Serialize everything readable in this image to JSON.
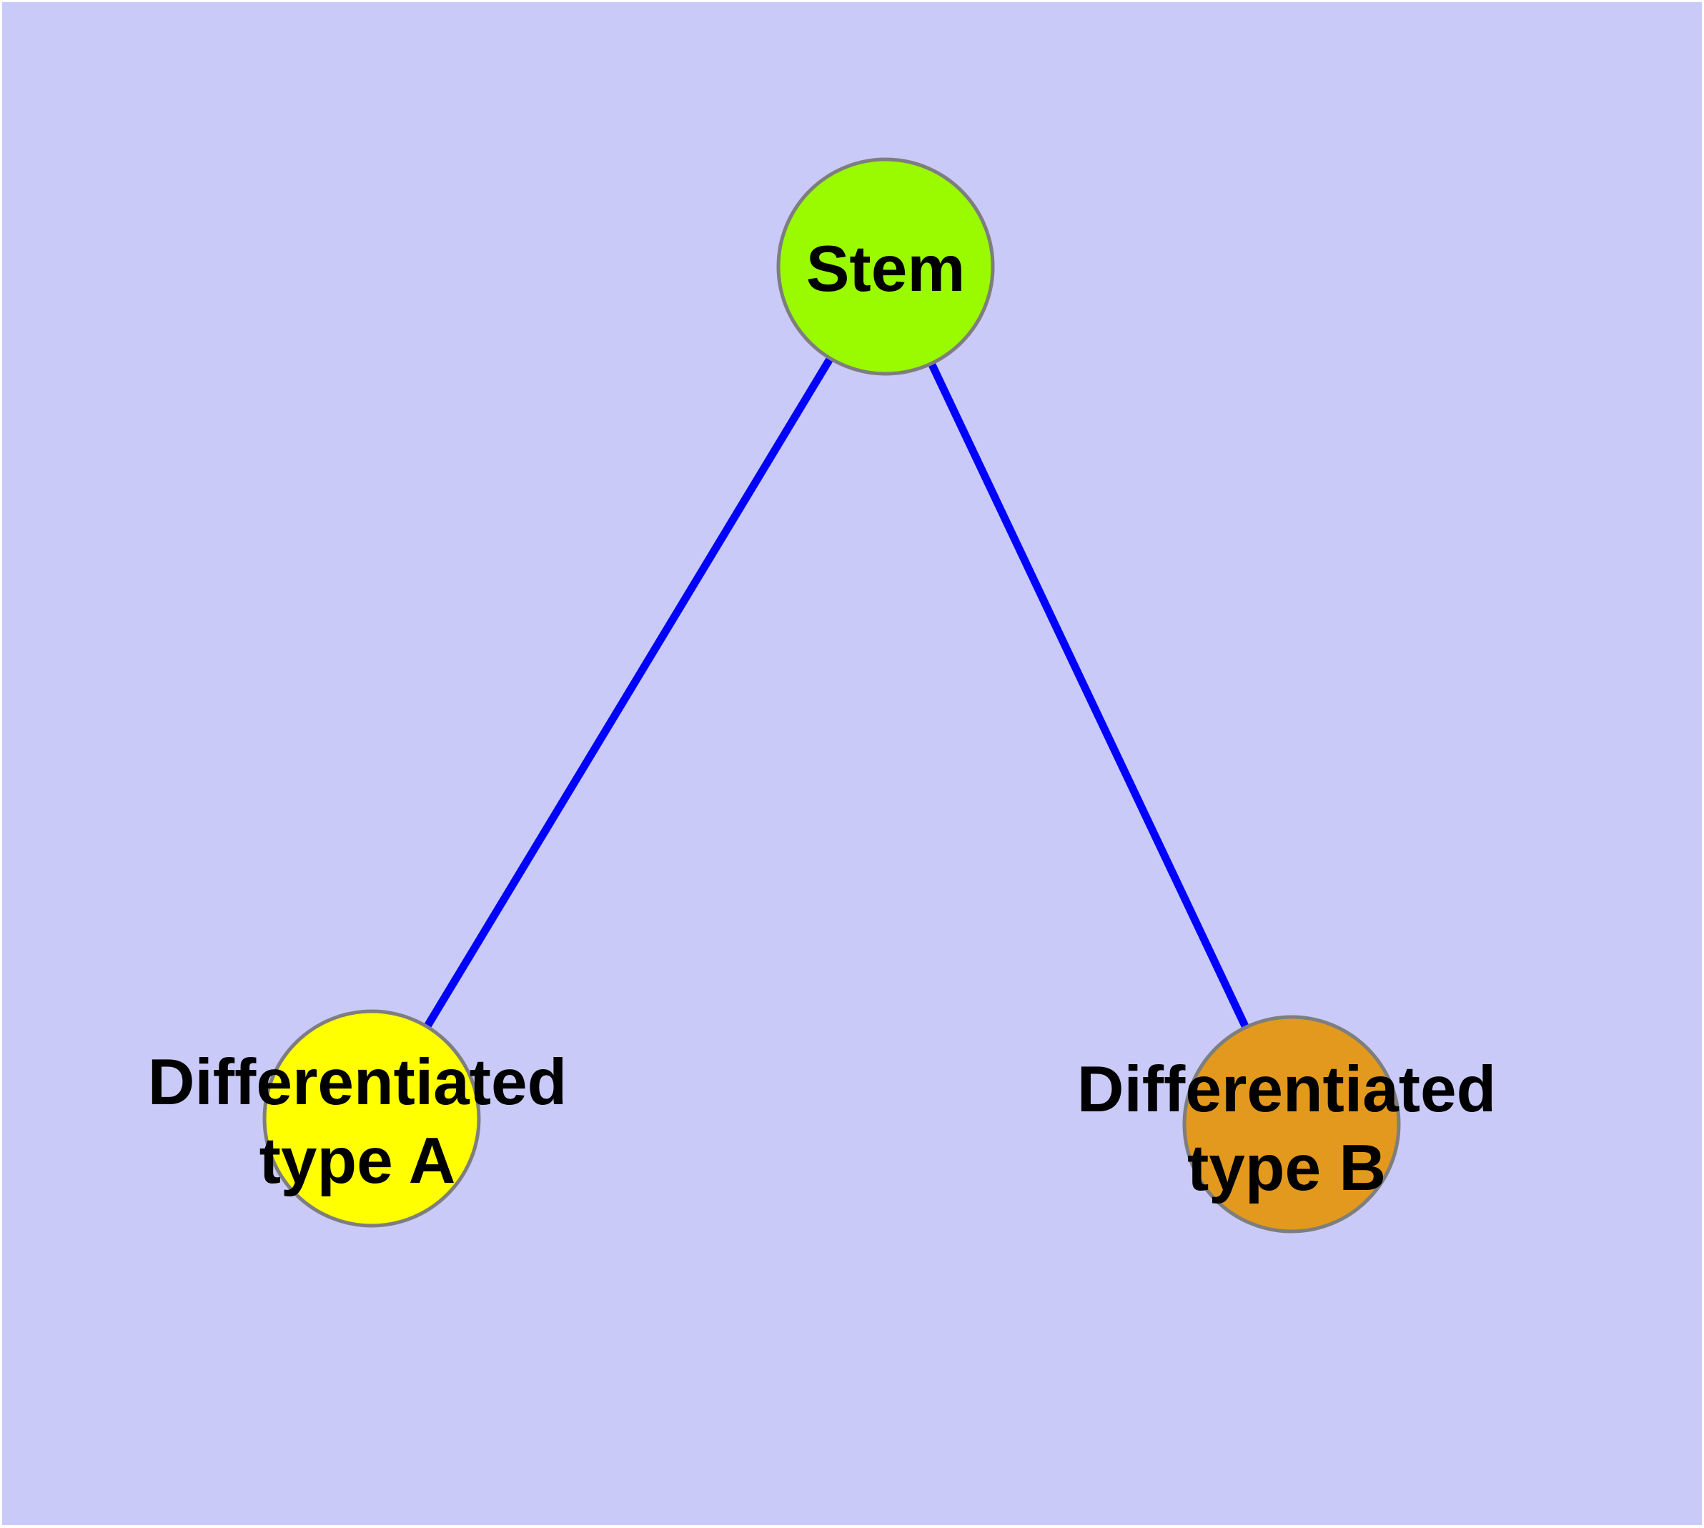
{
  "canvas": {
    "frame_color": "#FFFFFF",
    "background_color": "#CACAF8"
  },
  "graph": {
    "edge_color": "#0000FF",
    "node_border_color": "#7E7E7E",
    "label_color": "#000000",
    "nodes": [
      {
        "id": "stem",
        "label": "Stem",
        "fill": "#9AFA00"
      },
      {
        "id": "differentiated-type-a",
        "label_line1": "Differentiated",
        "label_line2": "type A",
        "fill": "#FFFF00"
      },
      {
        "id": "differentiated-type-b",
        "label_line1": "Differentiated",
        "label_line2": "type B",
        "fill": "#E2991E"
      }
    ],
    "edges": [
      {
        "from": "stem",
        "to": "differentiated-type-a"
      },
      {
        "from": "stem",
        "to": "differentiated-type-b"
      }
    ]
  }
}
